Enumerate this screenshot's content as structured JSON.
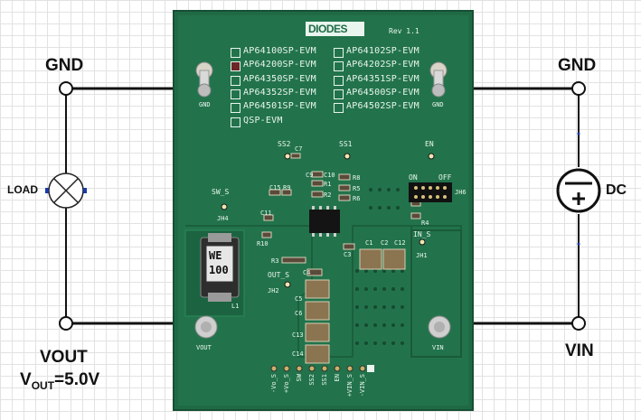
{
  "left_side": {
    "gnd_label": "GND",
    "load_label": "LOAD",
    "vout_label": "VOUT",
    "vout_value_prefix": "V",
    "vout_value_sub": "OUT",
    "vout_value_suffix": "=5.0V"
  },
  "right_side": {
    "gnd_label": "GND",
    "dc_label": "DC",
    "vin_label": "VIN"
  },
  "board": {
    "logo": "DIODES",
    "revision": "Rev 1.1",
    "models_left": [
      {
        "name": "AP64100SP-EVM",
        "checked": false
      },
      {
        "name": "AP64200SP-EVM",
        "checked": true
      },
      {
        "name": "AP64350SP-EVM",
        "checked": false
      },
      {
        "name": "AP64352SP-EVM",
        "checked": false
      },
      {
        "name": "AP64501SP-EVM",
        "checked": false
      },
      {
        "name": "QSP-EVM",
        "checked": false
      }
    ],
    "models_right": [
      {
        "name": "AP64102SP-EVM",
        "checked": false
      },
      {
        "name": "AP64202SP-EVM",
        "checked": false
      },
      {
        "name": "AP64351SP-EVM",
        "checked": false
      },
      {
        "name": "AP64500SP-EVM",
        "checked": false
      },
      {
        "name": "AP64502SP-EVM",
        "checked": false
      }
    ],
    "terminals": {
      "gnd_left": "GND",
      "gnd_right": "GND",
      "vout": "VOUT",
      "vin": "VIN"
    },
    "test_points": {
      "ss2": "SS2",
      "ss1": "SS1",
      "en": "EN",
      "on": "ON",
      "off": "OFF",
      "sw_s": "SW_S",
      "jh4": "JH4",
      "jh6": "JH6",
      "in_s": "IN_S",
      "jh1": "JH1",
      "out_s": "OUT_S",
      "jh2": "JH2"
    },
    "components": {
      "c7": "C7",
      "c10": "C10",
      "c9": "C9",
      "c15": "C15",
      "r9": "R9",
      "c11": "C11",
      "r1": "R1",
      "r2": "R2",
      "r5": "R5",
      "r6": "R6",
      "r8": "R8",
      "r10": "R10",
      "r3": "R3",
      "r4": "R4",
      "c1": "C1",
      "c2": "C2",
      "c12": "C12",
      "c3": "C3",
      "c4": "C4",
      "c5": "C5",
      "c6": "C6",
      "c13": "C13",
      "c14": "C14",
      "l1": "L1"
    },
    "inductor_text_1": "WE",
    "inductor_text_2": "100",
    "header_pins": [
      "-Vo_S",
      "+Vo_S",
      "SW",
      "SS2",
      "SS1",
      "EN",
      "+VIN_S",
      "-VIN_S"
    ]
  }
}
